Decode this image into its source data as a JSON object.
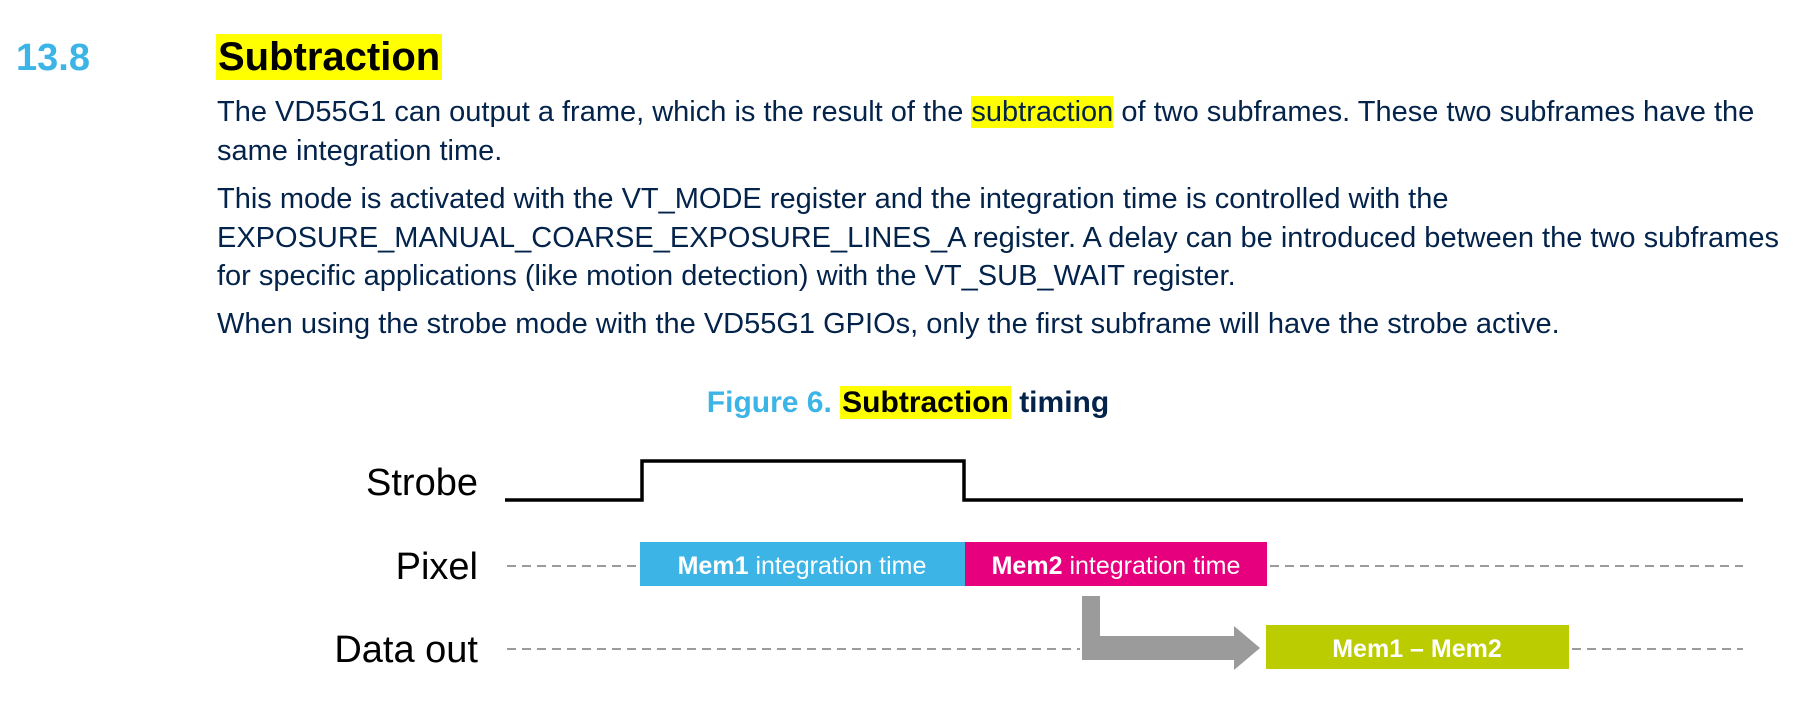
{
  "section": {
    "number": "13.8",
    "title": "Subtraction"
  },
  "paragraphs": {
    "p1_before": "The VD55G1 can output a frame, which is the result of the ",
    "p1_highlight": "subtraction",
    "p1_after": " of two subframes. These two subframes have the same integration time.",
    "p2": "This mode is activated with the VT_MODE register and the integration time is controlled with the EXPOSURE_MANUAL_COARSE_EXPOSURE_LINES_A register. A delay can be introduced between the two subframes for specific applications (like motion detection) with the VT_SUB_WAIT register.",
    "p3": "When using the strobe mode with the VD55G1 GPIOs, only the first subframe will have the strobe active."
  },
  "figure": {
    "label": "Figure 6.",
    "title_highlight": "Subtraction",
    "title_rest": "timing"
  },
  "diagram": {
    "signals": {
      "strobe": "Strobe",
      "pixel": "Pixel",
      "data_out": "Data out"
    },
    "mem1_box": {
      "bold": "Mem1",
      "text": "integration time"
    },
    "mem2_box": {
      "bold": "Mem2",
      "text": "integration time"
    },
    "result_box": {
      "text": "Mem1 – Mem2"
    },
    "colors": {
      "mem1": "#3cb4e6",
      "mem2": "#e6007e",
      "result": "#bbcc00",
      "arrow": "#9b9b9b",
      "dashed_line": "#9b9b9b",
      "strobe_line": "#000000"
    }
  }
}
